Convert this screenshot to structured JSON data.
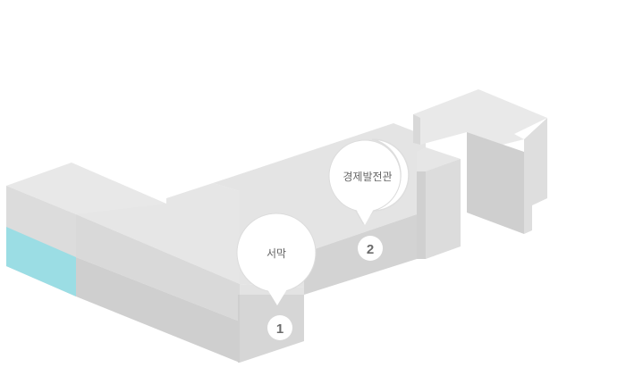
{
  "markers": [
    {
      "number": "1",
      "label": "서막"
    },
    {
      "number": "2",
      "label": "경제발전관"
    }
  ],
  "colors": {
    "top": "#e8e8e8",
    "side_light": "#dddddd",
    "side_dark": "#cfcfcf",
    "highlight_zone": "#9bdde4",
    "bubble_fill": "#ffffff",
    "bubble_stroke": "#dadada",
    "number_text": "#6b6b6b",
    "label_text": "#666666"
  }
}
